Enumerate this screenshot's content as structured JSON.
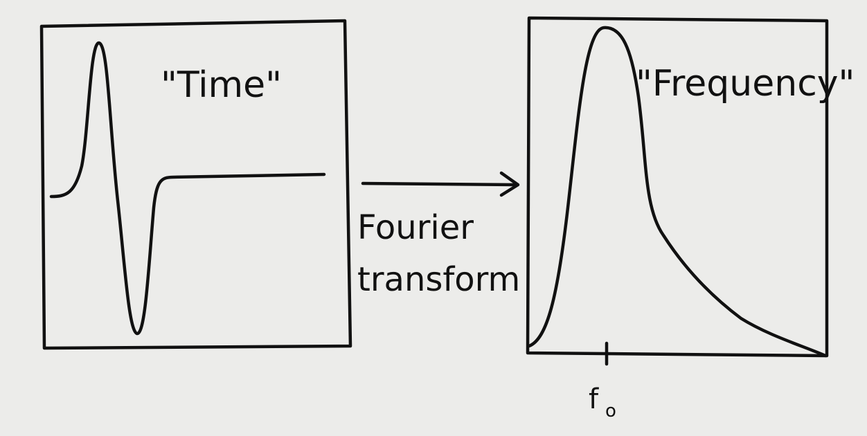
{
  "diagram": {
    "time_panel": {
      "label": "\"Time\""
    },
    "arrow": {
      "label_line1": "Fourier",
      "label_line2": "transform"
    },
    "frequency_panel": {
      "label": "\"Frequency\"",
      "tick_label": "f",
      "tick_subscript": "o"
    },
    "colors": {
      "ink": "#111111",
      "paper": "#ececea"
    }
  }
}
